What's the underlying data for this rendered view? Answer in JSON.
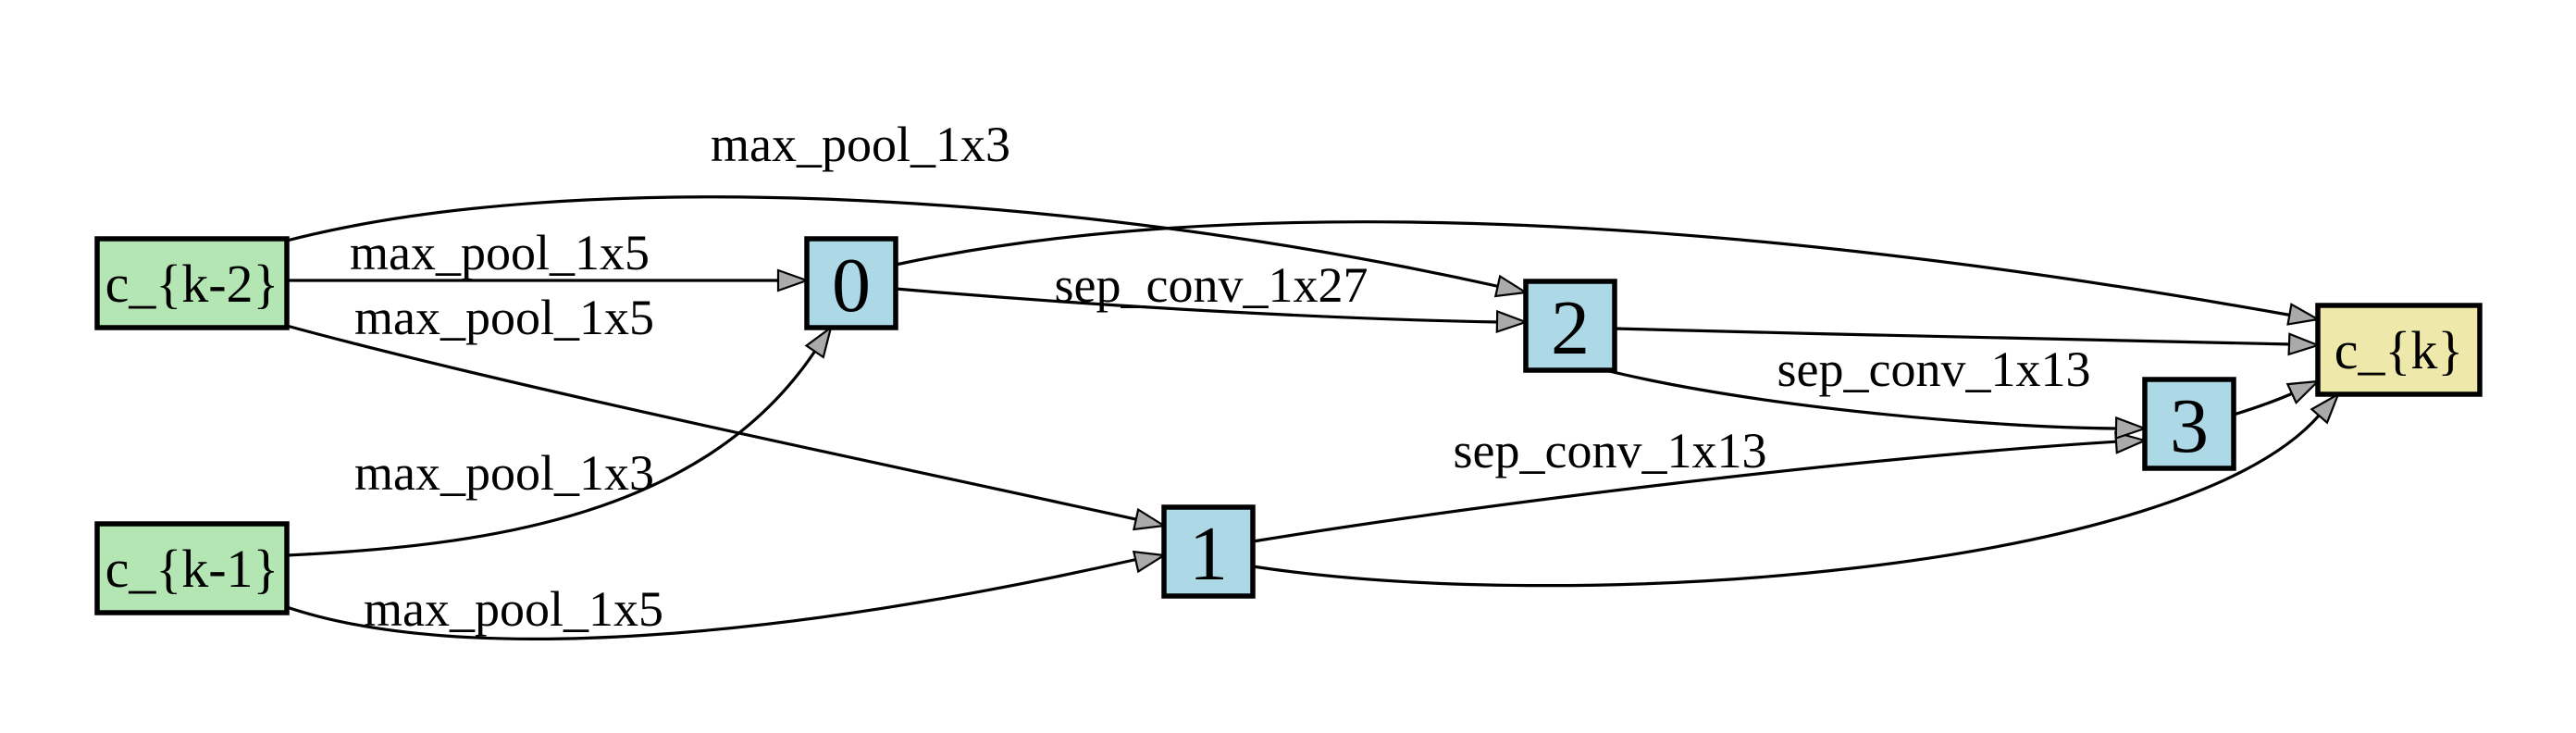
{
  "diagram": {
    "kind": "architecture-cell-dag",
    "background_color": "#ffffff",
    "edge_color": "#000000",
    "arrowhead_fill": "#aaaaaa",
    "node_border_color": "#000000",
    "colors": {
      "input_node_fill": "#b3e6b3",
      "intermediate_node_fill": "#add8e6",
      "output_node_fill": "#eee8aa"
    },
    "nodes": [
      {
        "id": "c_{k-2}",
        "label": "c_{k-2}",
        "role": "input",
        "fill": "#b3e6b3"
      },
      {
        "id": "c_{k-1}",
        "label": "c_{k-1}",
        "role": "input",
        "fill": "#b3e6b3"
      },
      {
        "id": "0",
        "label": "0",
        "role": "intermediate",
        "fill": "#add8e6"
      },
      {
        "id": "1",
        "label": "1",
        "role": "intermediate",
        "fill": "#add8e6"
      },
      {
        "id": "2",
        "label": "2",
        "role": "intermediate",
        "fill": "#add8e6"
      },
      {
        "id": "3",
        "label": "3",
        "role": "intermediate",
        "fill": "#add8e6"
      },
      {
        "id": "c_{k}",
        "label": "c_{k}",
        "role": "output",
        "fill": "#eee8aa"
      }
    ],
    "edges": [
      {
        "from": "c_{k-2}",
        "to": "0",
        "op": "max_pool_1x5"
      },
      {
        "from": "c_{k-2}",
        "to": "1",
        "op": "max_pool_1x5"
      },
      {
        "from": "c_{k-2}",
        "to": "2",
        "op": "max_pool_1x3"
      },
      {
        "from": "c_{k-1}",
        "to": "0",
        "op": "max_pool_1x3"
      },
      {
        "from": "c_{k-1}",
        "to": "1",
        "op": "max_pool_1x5"
      },
      {
        "from": "0",
        "to": "2",
        "op": "sep_conv_1x27"
      },
      {
        "from": "1",
        "to": "3",
        "op": "sep_conv_1x13"
      },
      {
        "from": "2",
        "to": "3",
        "op": "sep_conv_1x13"
      },
      {
        "from": "0",
        "to": "c_{k}",
        "op": ""
      },
      {
        "from": "1",
        "to": "c_{k}",
        "op": ""
      },
      {
        "from": "2",
        "to": "c_{k}",
        "op": ""
      },
      {
        "from": "3",
        "to": "c_{k}",
        "op": ""
      }
    ]
  }
}
